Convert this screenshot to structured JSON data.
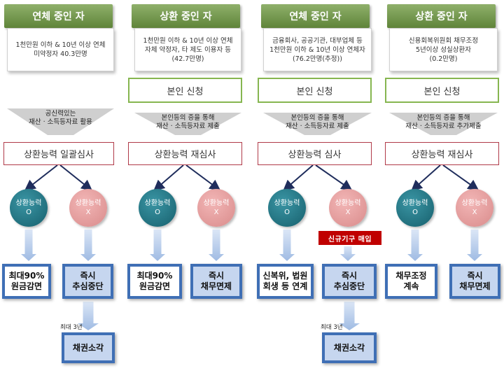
{
  "columns": [
    {
      "header": "연체 중인 자",
      "desc": [
        "1천만원 이하 & 10년 이상 연체",
        "미약정자 40.3만명"
      ],
      "apply": null,
      "funnel": [
        "공신력있는",
        "재산 · 소득등자료 활용"
      ],
      "review": "상환능력 일괄심사",
      "yes": [
        "상환능력",
        "O"
      ],
      "no": [
        "상환능력",
        "X"
      ],
      "result_yes": [
        "최대90%",
        "원금감면"
      ],
      "result_no": [
        "즉시",
        "추심중단"
      ],
      "extra_label": "최대 3년",
      "extra_result": "채권소각"
    },
    {
      "header": "상환 중인 자",
      "desc": [
        "1천만원 이하 & 10년 이상 연체",
        "자체 약정자, 타 제도 이용자 등",
        "(42.7만명)"
      ],
      "apply": "본인 신청",
      "funnel": [
        "본인등의 증을 통해",
        "재산 · 소득등자료 제출"
      ],
      "review": "상환능력 재심사",
      "yes": [
        "상환능력",
        "O"
      ],
      "no": [
        "상환능력",
        "X"
      ],
      "result_yes": [
        "최대90%",
        "원금감면"
      ],
      "result_no": [
        "즉시",
        "채무면제"
      ]
    },
    {
      "header": "연체 중인 자",
      "desc": [
        "금융회사, 공공기관, 대부업체 등",
        "1천만원 이하 & 10년 이상 연체자",
        "(76.2만명(추정))"
      ],
      "apply": "본인 신청",
      "funnel": [
        "본인등의 증을 통해",
        "재산 · 소득등자료 제출"
      ],
      "review": "상환능력 심사",
      "yes": [
        "상환능력",
        "O"
      ],
      "no": [
        "상환능력",
        "X"
      ],
      "badge": "신규기구 매입",
      "result_yes": [
        "신복위, 법원",
        "회생 등 연계"
      ],
      "result_no": [
        "즉시",
        "추심중단"
      ],
      "extra_label": "최대 3년",
      "extra_result": "채권소각"
    },
    {
      "header": "상환 중인 자",
      "desc": [
        "신용회복위원회 채무조정",
        "5년이상 성실상환자",
        "(0.2만명)"
      ],
      "apply": "본인 신청",
      "funnel": [
        "본인등의 증을 통해",
        "재산 · 소득등자료 추가제출"
      ],
      "review": "상환능력 재심사",
      "yes": [
        "상환능력",
        "O"
      ],
      "no": [
        "상환능력",
        "X"
      ],
      "result_yes": [
        "채무조정",
        "계속"
      ],
      "result_no": [
        "즉시",
        "채무면제"
      ]
    }
  ],
  "colors": {
    "header_green": "#6f9445",
    "apply_border": "#86b650",
    "review_border": "#b03a48",
    "circle_yes": "#1d6f7c",
    "circle_no": "#e3a3a3",
    "result_border": "#3f6fb5",
    "result_blue_fill": "#c6d6ef",
    "badge_red": "#c00000",
    "arrow_navy": "#1f2d5c",
    "arrow_light_blue": "#a9c3e8"
  }
}
